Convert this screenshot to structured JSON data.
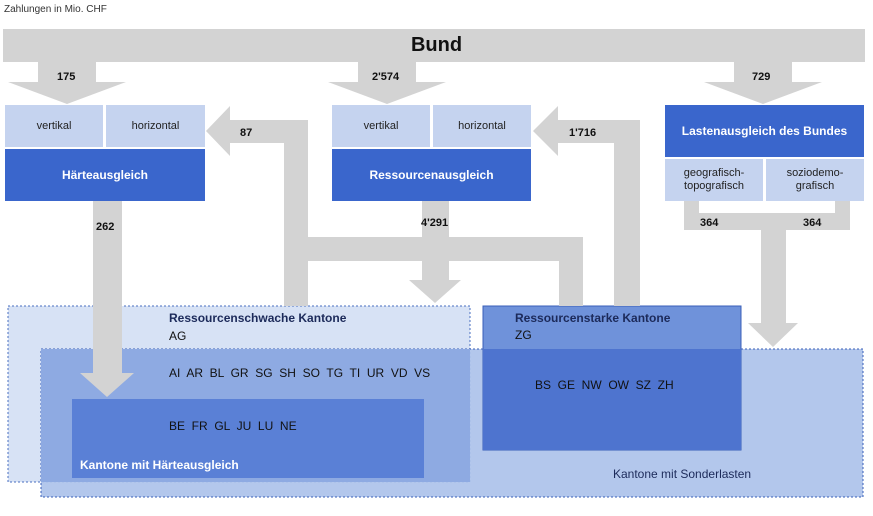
{
  "caption": "Zahlungen in Mio. CHF",
  "bund": "Bund",
  "flows": {
    "bund_to_haerte": "175",
    "bund_to_ressourcen": "2'574",
    "bund_to_lasten": "729",
    "to_haerte_horizontal": "87",
    "to_ressourcen_horizontal": "1'716",
    "haerte_out": "262",
    "ressourcen_out": "4'291",
    "lasten_geo": "364",
    "lasten_sozio": "364"
  },
  "boxes": {
    "haerte": {
      "title": "Härteausgleich",
      "vertikal": "vertikal",
      "horizontal": "horizontal"
    },
    "ressourcen": {
      "title": "Ressourcenausgleich",
      "vertikal": "vertikal",
      "horizontal": "horizontal"
    },
    "lasten": {
      "title": "Lastenausgleich des Bundes",
      "geo": "geografisch-\ntopografisch",
      "sozio": "soziodemo-\ngrafisch"
    }
  },
  "regions": {
    "schwach_title": "Ressourcenschwache Kantone",
    "schwach_only": "AG",
    "schwach_sonder": "AI  AR  BL  GR  SG  SH  SO  TG  TI  UR  VD  VS",
    "haerte_cantons": "BE  FR  GL  JU  LU  NE",
    "haerte_label": "Kantone mit Härteausgleich",
    "stark_title": "Ressourcenstarke Kantone",
    "stark_only": "ZG",
    "stark_sonder": "BS  GE  NW  OW  SZ  ZH",
    "sonder_label": "Kantone mit Sonderlasten"
  },
  "colors": {
    "arrow": "#d3d3d3",
    "dark_blue": "#3a66cc",
    "light_blue": "#c5d3ef",
    "schwach_fill": "#d7e2f5",
    "sonder_fill": "#adc2ea",
    "stark_fill": "#6f92da",
    "haerte_fill": "#5a80d6"
  }
}
